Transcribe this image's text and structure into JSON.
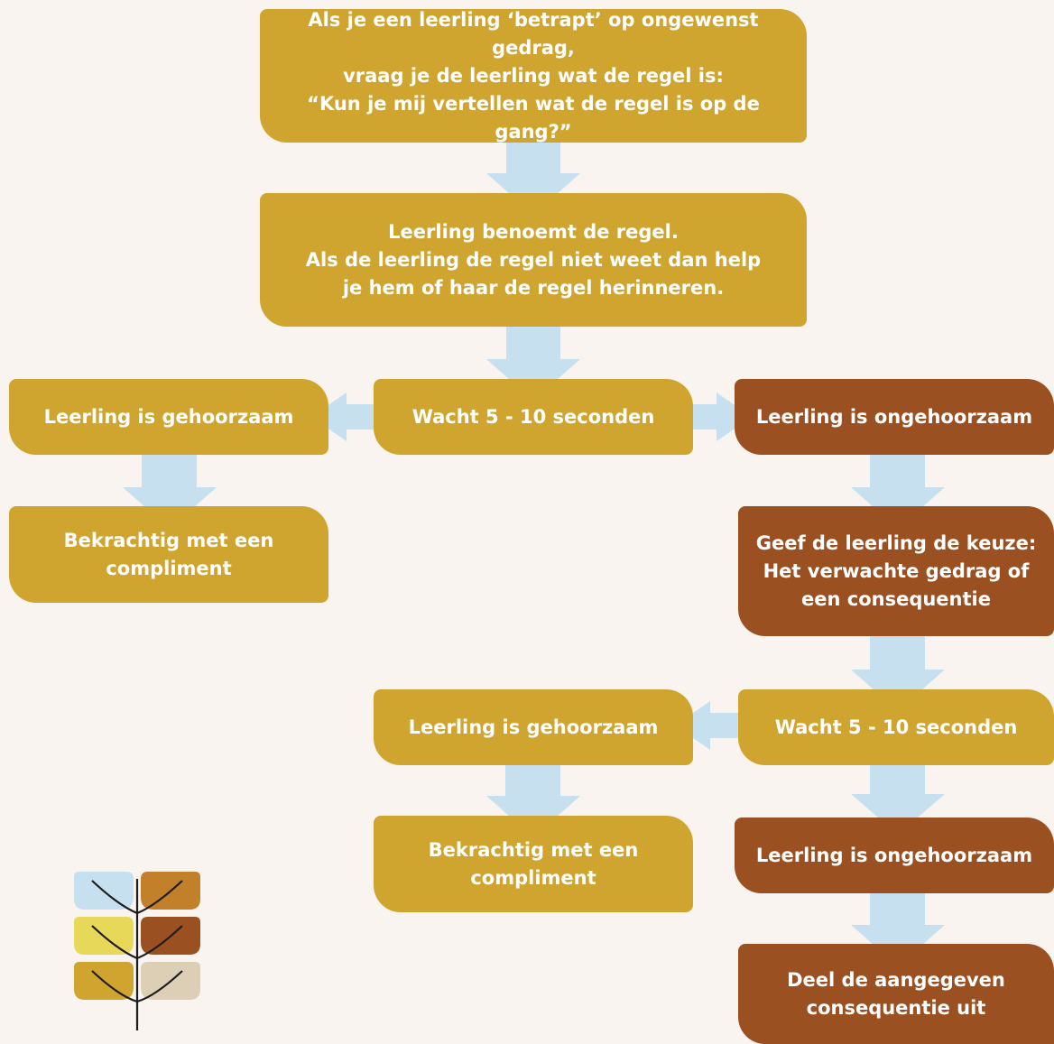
{
  "flow": {
    "start": {
      "line1": "Als je een leerling ‘betrapt’ op ongewenst gedrag,",
      "line2": "vraag je de leerling wat de regel is:",
      "line3": "“Kun je mij vertellen wat de regel is op de gang?”"
    },
    "step2": {
      "line1": "Leerling benoemt de regel.",
      "line2": "Als de leerling de regel niet weet dan help",
      "line3": "je hem of haar de regel herinneren."
    },
    "wait1": "Wacht  5 - 10 seconden",
    "obedient1": "Leerling is gehoorzaam",
    "reinforce1": {
      "line1": "Bekrachtig met een",
      "line2": "compliment"
    },
    "disobedient1": "Leerling is ongehoorzaam",
    "choice": {
      "line1": "Geef de leerling de keuze:",
      "line2": "Het verwachte gedrag of",
      "line3": "een consequentie"
    },
    "wait2": "Wacht  5 - 10 seconden",
    "obedient2": "Leerling is gehoorzaam",
    "reinforce2": {
      "line1": "Bekrachtig met een",
      "line2": "compliment"
    },
    "disobedient2": "Leerling is ongehoorzaam",
    "consequence": {
      "line1": "Deel de aangegeven",
      "line2": "consequentie uit"
    }
  },
  "colors": {
    "background": "#f9f4ef",
    "gold": "#d0a52f",
    "brown": "#9a5020",
    "arrow": "#c6e0ef"
  },
  "icons": {
    "logo": "leaf-plant-logo"
  }
}
